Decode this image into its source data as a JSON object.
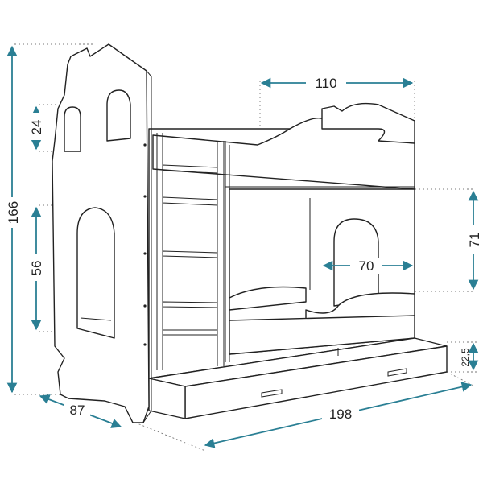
{
  "diagram": {
    "subject": "bunk-bed-with-drawer",
    "colors": {
      "dimension": "#2a7f94",
      "outline": "#222222",
      "guide": "#777777"
    },
    "dimensions": {
      "total_height": "166",
      "window_small_height": "24",
      "window_large_height": "56",
      "depth": "87",
      "length": "198",
      "top_opening_width": "110",
      "lower_clearance_height": "71",
      "lower_opening_width": "70",
      "drawer_height": "22,5"
    }
  }
}
